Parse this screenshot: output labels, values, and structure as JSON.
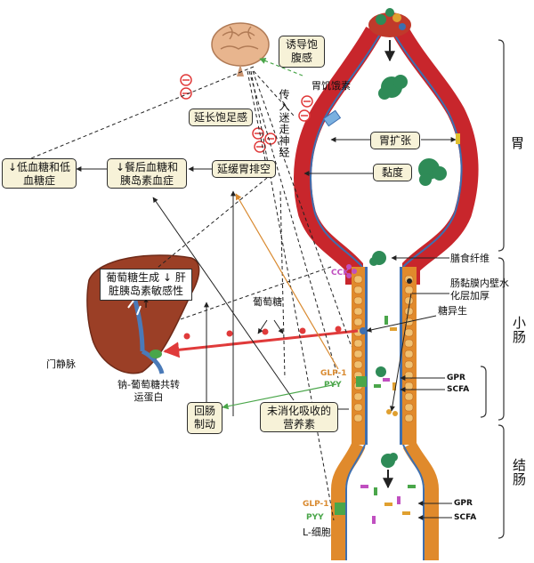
{
  "labels": {
    "satiety": "诱导饱腹感",
    "prolong_satiety": "延长饱足感",
    "ghrelin": "胃饥饿素",
    "vagus": "传入迷走神经",
    "gastric_distension": "胃扩张",
    "viscosity": "黏度",
    "delay_emptying": "延缓胃排空",
    "postprandial": "↓餐后血糖和胰岛素血症",
    "hypoglycemia": "↓低血糖和低血糖症",
    "dietary_fiber": "膳食纤维",
    "mucus_layer": "肠黏膜内壁水化层加厚",
    "gluconeogenesis": "糖异生",
    "gluconeo_liver": "葡萄糖生成 ↓ 肝脏胰岛素敏感性↑",
    "glucose": "葡萄糖",
    "portal_vein": "门静脉",
    "sglt": "钠-葡萄糖共转运蛋白",
    "cck": "CCK",
    "glp1_small": "GLP-1",
    "pyy_small": "PYY",
    "gpr_small": "GPR",
    "scfa_small": "SCFA",
    "ileal_brake": "回肠制动",
    "undigested": "未消化吸收的营养素",
    "glp1_large": "GLP-1",
    "pyy_large": "PYY",
    "l_cell": "L-细胞",
    "gpr_large": "GPR",
    "scfa_large": "SCFA"
  },
  "sections": {
    "stomach": "胃",
    "small_intestine": "小肠",
    "large_intestine": "结肠"
  },
  "colors": {
    "stomach_wall": "#c8262c",
    "small_intestine_wall": "#e08a2c",
    "lumen_lining": "#3d6fb0",
    "fiber": "#2e8b57",
    "box_fill": "#f7f2d8",
    "liver": "#9b3f26"
  },
  "icons": [
    "brain-icon",
    "liver-icon",
    "food-icon"
  ]
}
